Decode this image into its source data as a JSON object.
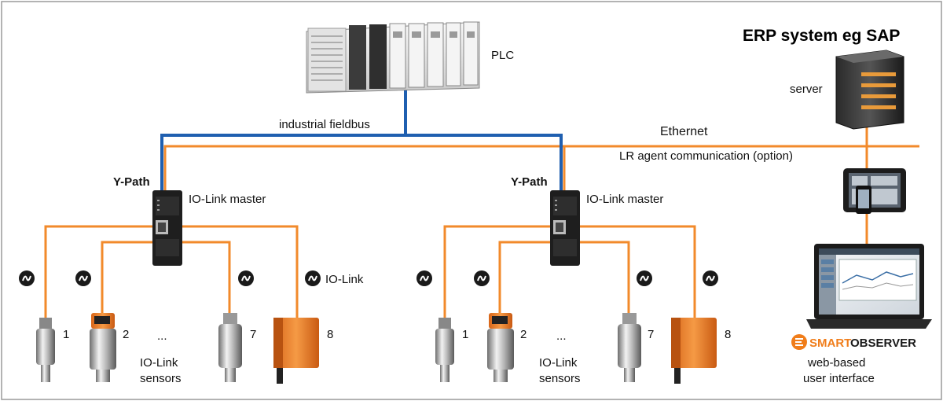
{
  "title": "ERP system eg SAP",
  "labels": {
    "plc": "PLC",
    "server": "server",
    "fieldbus": "industrial fieldbus",
    "ethernet": "Ethernet",
    "lr_agent": "LR agent communication (option)",
    "ypath": "Y-Path",
    "iolink_master": "IO-Link master",
    "iolink": "IO-Link",
    "sensors_line1": "IO-Link",
    "sensors_line2": "sensors",
    "ellipsis": "...",
    "web_ui_line1": "web-based",
    "web_ui_line2": "user interface"
  },
  "brand": {
    "part1": "SMART",
    "part2": "OBSERVER",
    "color": "#f07d1a"
  },
  "sensor_numbers": [
    "1",
    "2",
    "7",
    "8"
  ],
  "colors": {
    "ethernet": "#f28a2b",
    "fieldbus": "#1f5fb0",
    "iolink": "#f28a2b"
  }
}
